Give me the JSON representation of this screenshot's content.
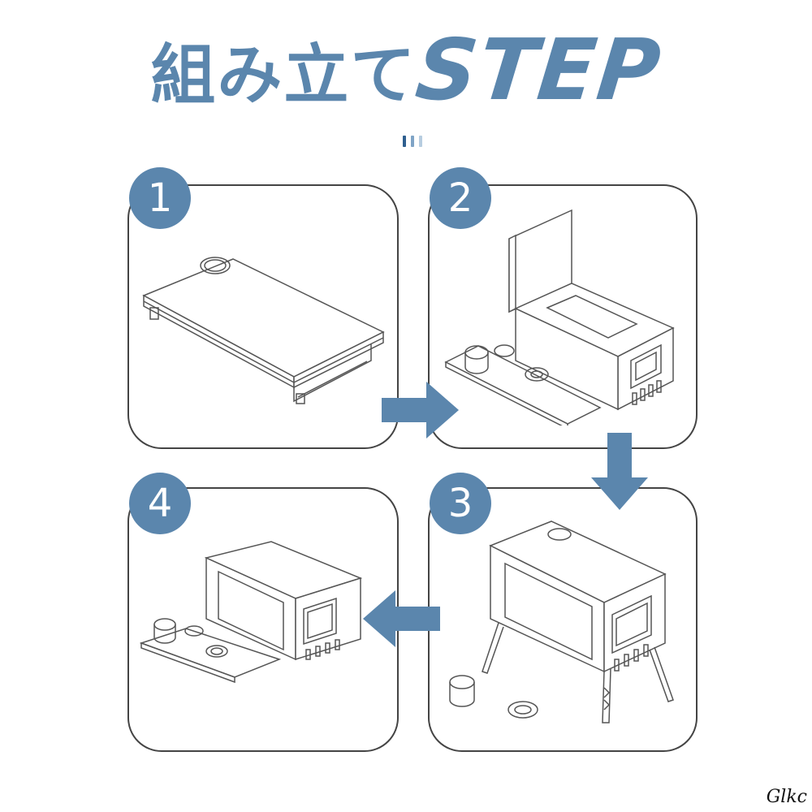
{
  "title": {
    "japanese": "組み立て",
    "english": "STEP"
  },
  "accent_color": "#5b86ad",
  "tick_colors": [
    "#2f5f8f",
    "#7fa4c6",
    "#b7cde0"
  ],
  "steps": [
    {
      "number": "1",
      "illustration": "folded-stove-illustration"
    },
    {
      "number": "2",
      "illustration": "opened-stove-illustration"
    },
    {
      "number": "3",
      "illustration": "assembled-stove-illustration"
    },
    {
      "number": "4",
      "illustration": "stove-body-illustration"
    }
  ],
  "arrows": [
    "arrow-right-icon",
    "arrow-down-icon",
    "arrow-left-icon"
  ],
  "watermark": "Glkc"
}
